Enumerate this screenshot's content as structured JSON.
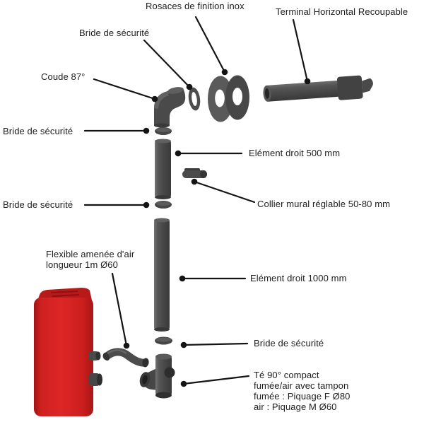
{
  "colors": {
    "background": "#ffffff",
    "pipe_gray": "#4a4a4a",
    "pipe_gray_light": "#6e6e6e",
    "pipe_gray_dark": "#373737",
    "stove_red": "#d92323",
    "leader_line": "#141414",
    "label_text": "#1d1d1d"
  },
  "labels": {
    "rosaces": "Rosaces de finition inox",
    "terminal": "Terminal Horizontal Recoupable",
    "bride_top": "Bride de sécurité",
    "coude": "Coude 87°",
    "bride_left_1": "Bride de sécurité",
    "element_500": "Elément droit 500 mm",
    "bride_left_2": "Bride de sécurité",
    "collier": "Collier mural réglable 50-80 mm",
    "flexible": {
      "line1": "Flexible amenée d'air",
      "line2": "longueur 1m Ø60"
    },
    "element_1000": "Elément droit 1000 mm",
    "bride_right": "Bride de sécurité",
    "te90": {
      "line1": "Té 90° compact",
      "line2": "fumée/air avec tampon",
      "line3": "fumée : Piquage F Ø80",
      "line4": "air : Piquage M Ø60"
    }
  }
}
